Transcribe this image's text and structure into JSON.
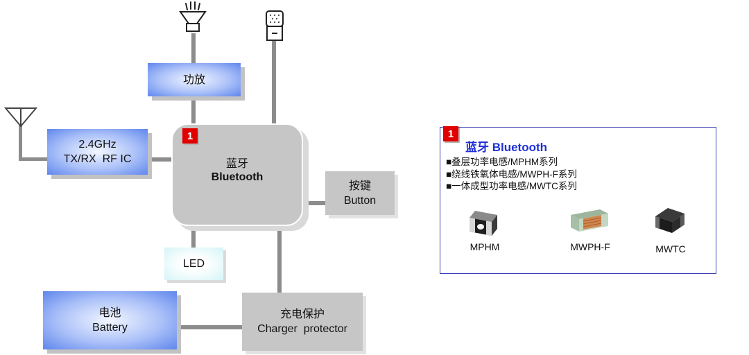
{
  "blocks": {
    "amplifier": {
      "label": "功放"
    },
    "rf_ic": {
      "line1": "2.4GHz",
      "line2": "TX/RX  RF IC"
    },
    "bluetooth": {
      "badge": "1",
      "cn": "蓝牙",
      "en": "Bluetooth"
    },
    "button": {
      "cn": "按键",
      "en": "Button"
    },
    "led": {
      "label": "LED"
    },
    "battery": {
      "cn": "电池",
      "en": "Battery"
    },
    "charger": {
      "cn": "充电保护",
      "en": "Charger  protector"
    }
  },
  "legend": {
    "badge": "1",
    "title": "蓝牙 Bluetooth",
    "items": [
      "■叠层功率电感/MPHM系列",
      "■绕线铁氧体电感/MWPH-F系列",
      "■一体成型功率电感/MWTC系列"
    ],
    "parts": [
      "MPHM",
      "MWPH-F",
      "MWTC"
    ]
  },
  "icons": [
    "speaker-icon",
    "microphone-icon",
    "antenna-icon",
    "mphm-chip-icon",
    "mwph-f-chip-icon",
    "mwtc-chip-icon"
  ],
  "colors": {
    "badge_red": "#e00000",
    "legend_title_blue": "#1d2fd8",
    "legend_border": "#3b3fb6",
    "wire_gray": "#8c8c8c",
    "box_gray": "#c6c6c6"
  }
}
